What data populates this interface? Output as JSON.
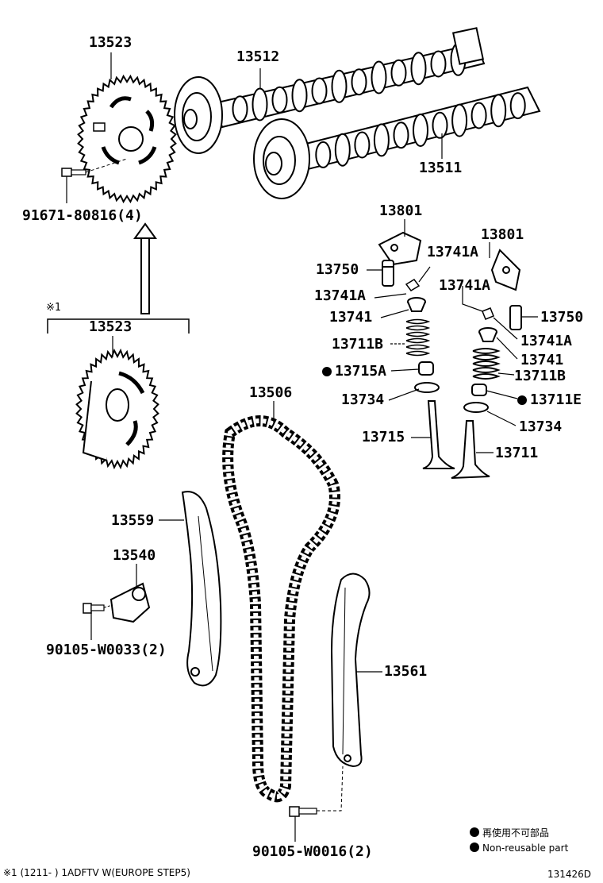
{
  "parts": {
    "p13523_top": "13523",
    "p13512": "13512",
    "p13511": "13511",
    "p91671": "91671-80816(4)",
    "note_mark": "※1",
    "p13523_bottom": "13523",
    "p13801_left": "13801",
    "p13801_right": "13801",
    "p13750_left": "13750",
    "p13750_right": "13750",
    "p13741A_1": "13741A",
    "p13741A_2": "13741A",
    "p13741A_3": "13741A",
    "p13741A_4": "13741A",
    "p13741_left": "13741",
    "p13741_right": "13741",
    "p13711B_left": "13711B",
    "p13711B_right": "13711B",
    "p13715A": "13715A",
    "p13711E": "13711E",
    "p13734_left": "13734",
    "p13734_right": "13734",
    "p13715": "13715",
    "p13711": "13711",
    "p13506": "13506",
    "p13559": "13559",
    "p13540": "13540",
    "p90105_w0033": "90105-W0033(2)",
    "p13561": "13561",
    "p90105_w0016": "90105-W0016(2)"
  },
  "legend": {
    "line1": "再使用不可部品",
    "line2": "Non-reusable part"
  },
  "footer": {
    "note": "※1 (1211-      ) 1ADFTV W(EUROPE STEP5)",
    "code": "131426D"
  }
}
